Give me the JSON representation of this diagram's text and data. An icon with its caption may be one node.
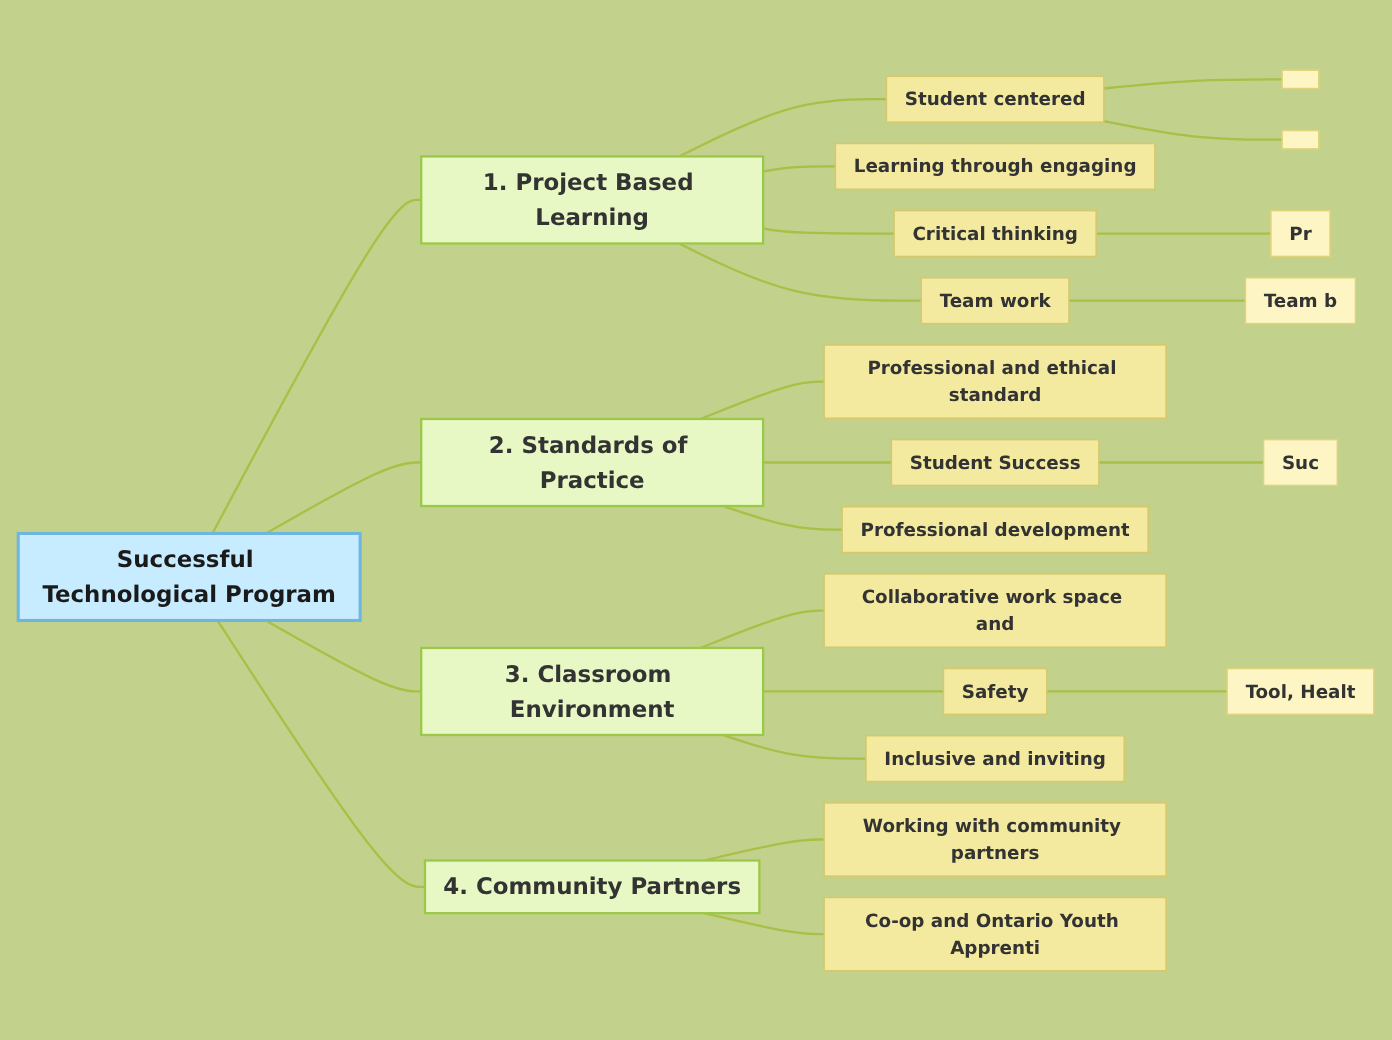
{
  "diagram": {
    "nodes": [
      {
        "text": [
          "Successful Technological Program"
        ]
      },
      {
        "text": [
          "1. Project Based Learning"
        ]
      },
      {
        "text": [
          "Student centered"
        ]
      },
      {
        "text": [],
        "shape": "box"
      },
      {
        "text": [],
        "shape": "box"
      },
      {
        "text": [
          "Learning through engaging"
        ]
      },
      {
        "text": [
          "Critical thinking"
        ]
      },
      {
        "text": [
          "Pr"
        ]
      },
      {
        "text": [
          "Team work"
        ]
      },
      {
        "text": [
          "Team b"
        ]
      },
      {
        "text": [
          "2. Standards of Practice"
        ]
      },
      {
        "text": [
          "Professional and ethical standard"
        ]
      },
      {
        "text": [
          "Student Success"
        ]
      },
      {
        "text": [
          "Suc"
        ]
      },
      {
        "text": [
          "Professional development"
        ]
      },
      {
        "text": [
          "3. Classroom Environment"
        ]
      },
      {
        "text": [
          "Collaborative work space and"
        ]
      },
      {
        "text": [
          "Safety"
        ]
      },
      {
        "text": [
          "Tool, Healt"
        ]
      },
      {
        "text": [
          "Inclusive and inviting"
        ]
      },
      {
        "text": [
          "4. Community Partners"
        ]
      },
      {
        "text": [
          "Working with community partners"
        ]
      },
      {
        "text": [
          "Co-op and Ontario Youth Apprenti"
        ]
      }
    ],
    "edges": [
      {
        "from": 0,
        "to": 1,
        "arrow": "none"
      },
      {
        "from": 1,
        "to": 2,
        "arrow": "none"
      },
      {
        "from": 2,
        "to": 3,
        "arrow": "none"
      },
      {
        "from": 2,
        "to": 4,
        "arrow": "none"
      },
      {
        "from": 1,
        "to": 5,
        "arrow": "none"
      },
      {
        "from": 1,
        "to": 6,
        "arrow": "none"
      },
      {
        "from": 6,
        "to": 7,
        "arrow": "none"
      },
      {
        "from": 1,
        "to": 8,
        "arrow": "none"
      },
      {
        "from": 8,
        "to": 9,
        "arrow": "none"
      },
      {
        "from": 0,
        "to": 10,
        "arrow": "none"
      },
      {
        "from": 10,
        "to": 11,
        "arrow": "none"
      },
      {
        "from": 10,
        "to": 12,
        "arrow": "none"
      },
      {
        "from": 12,
        "to": 13,
        "arrow": "none"
      },
      {
        "from": 10,
        "to": 14,
        "arrow": "none"
      },
      {
        "from": 0,
        "to": 15,
        "arrow": "none"
      },
      {
        "from": 15,
        "to": 16,
        "arrow": "none"
      },
      {
        "from": 15,
        "to": 17,
        "arrow": "none"
      },
      {
        "from": 17,
        "to": 18,
        "arrow": "none"
      },
      {
        "from": 15,
        "to": 19,
        "arrow": "none"
      },
      {
        "from": 0,
        "to": 20,
        "arrow": "none"
      },
      {
        "from": 20,
        "to": 21,
        "arrow": "none"
      },
      {
        "from": 20,
        "to": 22,
        "arrow": "none"
      }
    ]
  }
}
